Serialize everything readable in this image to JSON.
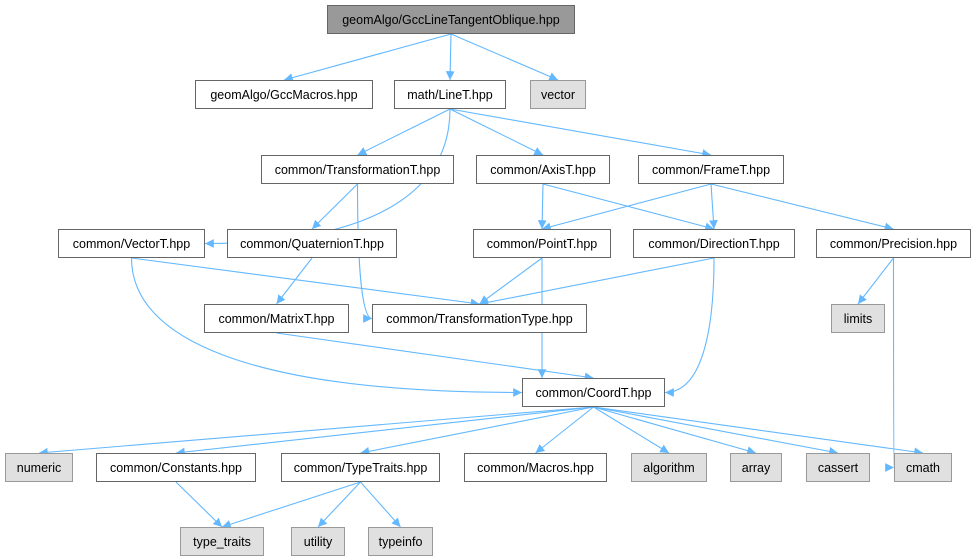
{
  "graph": {
    "colors": {
      "edge": "#63b8ff",
      "root_fill": "#999999",
      "system_fill": "#e0e0e0",
      "node_border": "#666666"
    },
    "nodes": {
      "root": "geomAlgo/GccLineTangentOblique.hpp",
      "gccmacros": "geomAlgo/GccMacros.hpp",
      "linet": "math/LineT.hpp",
      "vector": "vector",
      "transformationt": "common/TransformationT.hpp",
      "axist": "common/AxisT.hpp",
      "framet": "common/FrameT.hpp",
      "vectort": "common/VectorT.hpp",
      "quaterniont": "common/QuaternionT.hpp",
      "pointt": "common/PointT.hpp",
      "directiont": "common/DirectionT.hpp",
      "precision": "common/Precision.hpp",
      "matrixt": "common/MatrixT.hpp",
      "transformationtype": "common/TransformationType.hpp",
      "limits": "limits",
      "coordt": "common/CoordT.hpp",
      "numeric": "numeric",
      "constants": "common/Constants.hpp",
      "typetraits": "common/TypeTraits.hpp",
      "macros": "common/Macros.hpp",
      "algorithm": "algorithm",
      "array": "array",
      "cassert": "cassert",
      "cmath": "cmath",
      "type_traits": "type_traits",
      "utility": "utility",
      "typeinfo": "typeinfo"
    },
    "edges": [
      [
        "root",
        "gccmacros"
      ],
      [
        "root",
        "linet"
      ],
      [
        "root",
        "vector"
      ],
      [
        "linet",
        "vectort"
      ],
      [
        "linet",
        "transformationt"
      ],
      [
        "linet",
        "axist"
      ],
      [
        "linet",
        "framet"
      ],
      [
        "transformationt",
        "quaterniont"
      ],
      [
        "transformationt",
        "transformationtype"
      ],
      [
        "axist",
        "pointt"
      ],
      [
        "axist",
        "directiont"
      ],
      [
        "framet",
        "pointt"
      ],
      [
        "framet",
        "directiont"
      ],
      [
        "framet",
        "precision"
      ],
      [
        "vectort",
        "transformationtype"
      ],
      [
        "vectort",
        "coordt"
      ],
      [
        "quaterniont",
        "matrixt"
      ],
      [
        "pointt",
        "transformationtype"
      ],
      [
        "pointt",
        "coordt"
      ],
      [
        "directiont",
        "transformationtype"
      ],
      [
        "directiont",
        "coordt"
      ],
      [
        "precision",
        "limits"
      ],
      [
        "precision",
        "cmath"
      ],
      [
        "matrixt",
        "coordt"
      ],
      [
        "coordt",
        "numeric"
      ],
      [
        "coordt",
        "constants"
      ],
      [
        "coordt",
        "typetraits"
      ],
      [
        "coordt",
        "macros"
      ],
      [
        "coordt",
        "algorithm"
      ],
      [
        "coordt",
        "array"
      ],
      [
        "coordt",
        "cassert"
      ],
      [
        "coordt",
        "cmath"
      ],
      [
        "constants",
        "type_traits"
      ],
      [
        "typetraits",
        "type_traits"
      ],
      [
        "typetraits",
        "utility"
      ],
      [
        "typetraits",
        "typeinfo"
      ]
    ]
  }
}
